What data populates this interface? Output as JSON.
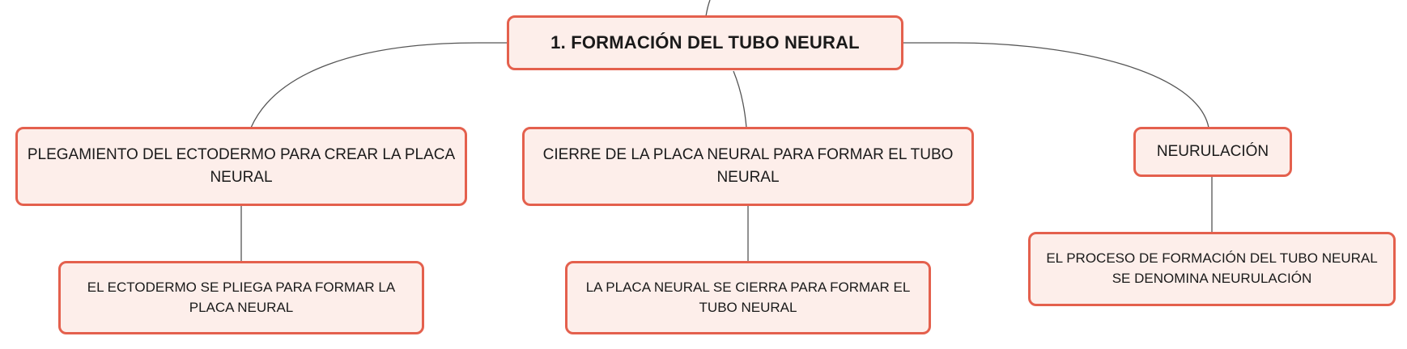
{
  "colors": {
    "node_fill": "#fdeeea",
    "node_border": "#e4604d",
    "connector": "#555555",
    "text": "#1a1a1a"
  },
  "root": {
    "label": "1. FORMACIÓN DEL TUBO NEURAL"
  },
  "branches": [
    {
      "label": "PLEGAMIENTO DEL ECTODERMO PARA CREAR LA PLACA NEURAL",
      "child": "EL ECTODERMO SE PLIEGA PARA FORMAR LA PLACA NEURAL"
    },
    {
      "label": "CIERRE DE LA PLACA NEURAL PARA FORMAR EL TUBO NEURAL",
      "child": "LA PLACA NEURAL SE CIERRA PARA FORMAR EL TUBO NEURAL"
    },
    {
      "label": "NEURULACIÓN",
      "child": "EL PROCESO DE FORMACIÓN DEL TUBO NEURAL SE DENOMINA NEURULACIÓN"
    }
  ]
}
